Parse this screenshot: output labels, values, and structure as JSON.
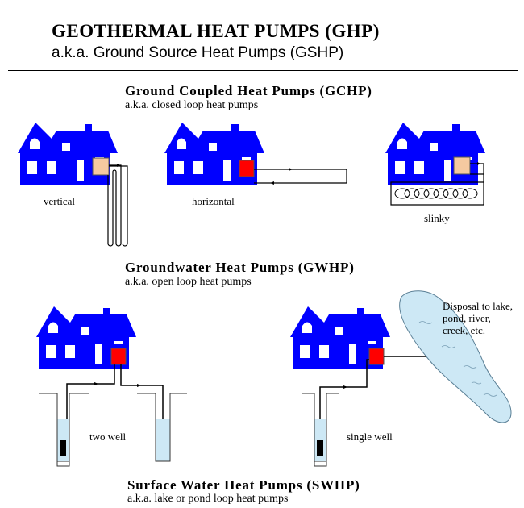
{
  "header": {
    "title": "GEOTHERMAL HEAT PUMPS (GHP)",
    "subtitle": "a.k.a. Ground Source Heat Pumps (GSHP)"
  },
  "sections": {
    "gchp": {
      "title": "Ground Coupled Heat Pumps (GCHP)",
      "subtitle": "a.k.a. closed loop heat pumps"
    },
    "gwhp": {
      "title": "Groundwater Heat Pumps (GWHP)",
      "subtitle": "a.k.a. open loop heat pumps"
    },
    "swhp": {
      "title": "Surface Water Heat Pumps (SWHP)",
      "subtitle": "a.k.a. lake or pond loop heat pumps"
    }
  },
  "labels": {
    "vertical": "vertical",
    "horizontal": "horizontal",
    "slinky": "slinky",
    "two_well": "two well",
    "single_well": "single well",
    "disposal_line1": "Disposal to lake,",
    "disposal_line2": "pond, river,",
    "disposal_line3": "creek, etc."
  },
  "colors": {
    "house": "#0000ff",
    "heat_pump_red": "#ff0000",
    "heat_pump_tan": "#f5c9a0",
    "water": "#cde8f5"
  },
  "icons": [
    "house-icon",
    "heat-pump-icon",
    "well-pump-icon",
    "lake-icon"
  ]
}
